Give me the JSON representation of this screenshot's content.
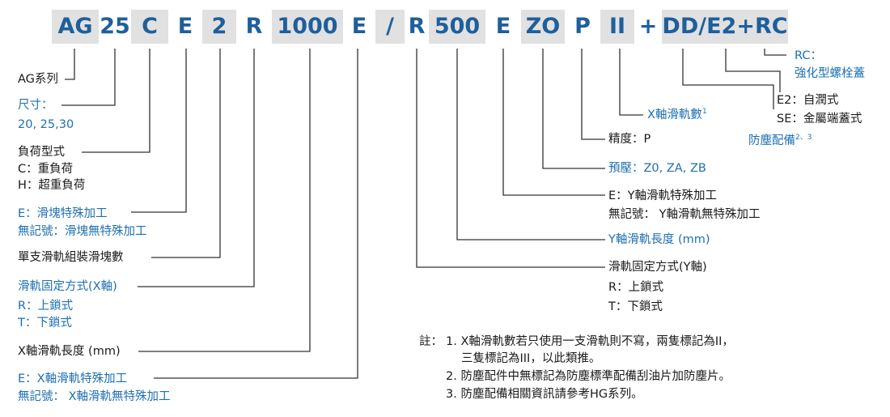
{
  "code": {
    "segments": [
      "AG",
      "25",
      "C",
      "E",
      "2",
      "R",
      "1000",
      "E",
      "/",
      "R",
      "500",
      "E",
      "ZO",
      "P",
      "II",
      "+",
      "DD/E2+RC"
    ]
  },
  "left": {
    "series": "AG系列",
    "size_title": "尺寸：",
    "size_values": "20, 25,30",
    "load_title": "負荷型式",
    "load_c": "C：重負荷",
    "load_h": "H：超重負荷",
    "block_e": "E：滑塊特殊加工",
    "block_none": "無記號：滑塊無特殊加工",
    "blocks_per_rail": "單支滑軌組裝滑塊數",
    "xrail_fix_title": "滑軌固定方式(X軸)",
    "xrail_fix_r": "R：上鎖式",
    "xrail_fix_t": "T：下鎖式",
    "xrail_len": "X軸滑軌長度 (mm)",
    "xrail_e": "E：X軸滑軌特殊加工",
    "xrail_none": "無記號： X軸滑軌無特殊加工"
  },
  "right": {
    "rc_title": "RC：",
    "rc_desc": "強化型螺栓蓋",
    "e2": "E2：自潤式",
    "se": "SE：金屬端蓋式",
    "dust_title": "防塵配備",
    "dust_sup": "2、3",
    "xrail_count": "X軸滑軌數",
    "xrail_count_sup": "1",
    "precision": "精度：P",
    "preload": "預壓：Z0, ZA, ZB",
    "yrail_e": "E：Y軸滑軌特殊加工",
    "yrail_none": "無記號： Y軸滑軌無特殊加工",
    "yrail_len": "Y軸滑軌長度 (mm)",
    "yrail_fix_title": "滑軌固定方式(Y軸)",
    "yrail_fix_r": "R：上鎖式",
    "yrail_fix_t": "T：下鎖式"
  },
  "notes": {
    "prefix": "註：",
    "n1a": "1. X軸滑軌數若只使用一支滑軌則不寫，兩隻標記為II，",
    "n1b": "三隻標記為III，以此類推。",
    "n2": "2. 防塵配件中無標記為防塵標準配備刮油片加防塵片。",
    "n3": "3. 防塵配備相關資訊請參考HG系列。"
  },
  "colors": {
    "code_text": "#1e5f9c",
    "code_box": "#e1e1e1",
    "blue_label": "#1e6fb0",
    "line": "#333333"
  }
}
